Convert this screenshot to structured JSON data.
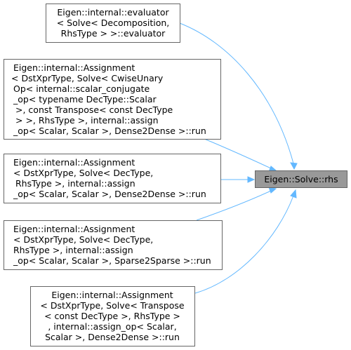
{
  "target": {
    "label": "Eigen::Solve::rhs"
  },
  "callers": [
    {
      "lines": [
        "Eigen::internal::evaluator",
        "< Solve< Decomposition,",
        "RhsType > >::evaluator"
      ]
    },
    {
      "lines": [
        "Eigen::internal::Assignment",
        "< DstXprType, Solve< CwiseUnary",
        "Op< internal::scalar_conjugate",
        "_op< typename DecType::Scalar",
        ">, const Transpose< const DecType",
        "> >, RhsType >, internal::assign",
        "_op< Scalar, Scalar >, Dense2Dense >::run"
      ]
    },
    {
      "lines": [
        "Eigen::internal::Assignment",
        "< DstXprType, Solve< DecType,",
        "RhsType >, internal::assign",
        "_op< Scalar, Scalar >, Dense2Dense >::run"
      ]
    },
    {
      "lines": [
        "Eigen::internal::Assignment",
        "< DstXprType, Solve< DecType,",
        "RhsType >, internal::assign",
        "_op< Scalar, Scalar >, Sparse2Sparse >::run"
      ]
    },
    {
      "lines": [
        "Eigen::internal::Assignment",
        "< DstXprType, Solve< Transpose",
        "< const DecType >, RhsType >",
        ", internal::assign_op< Scalar,",
        "Scalar >, Dense2Dense >::run"
      ]
    }
  ],
  "colors": {
    "edge": "#63b8ff",
    "target_fill": "#999999",
    "border": "#666666"
  }
}
